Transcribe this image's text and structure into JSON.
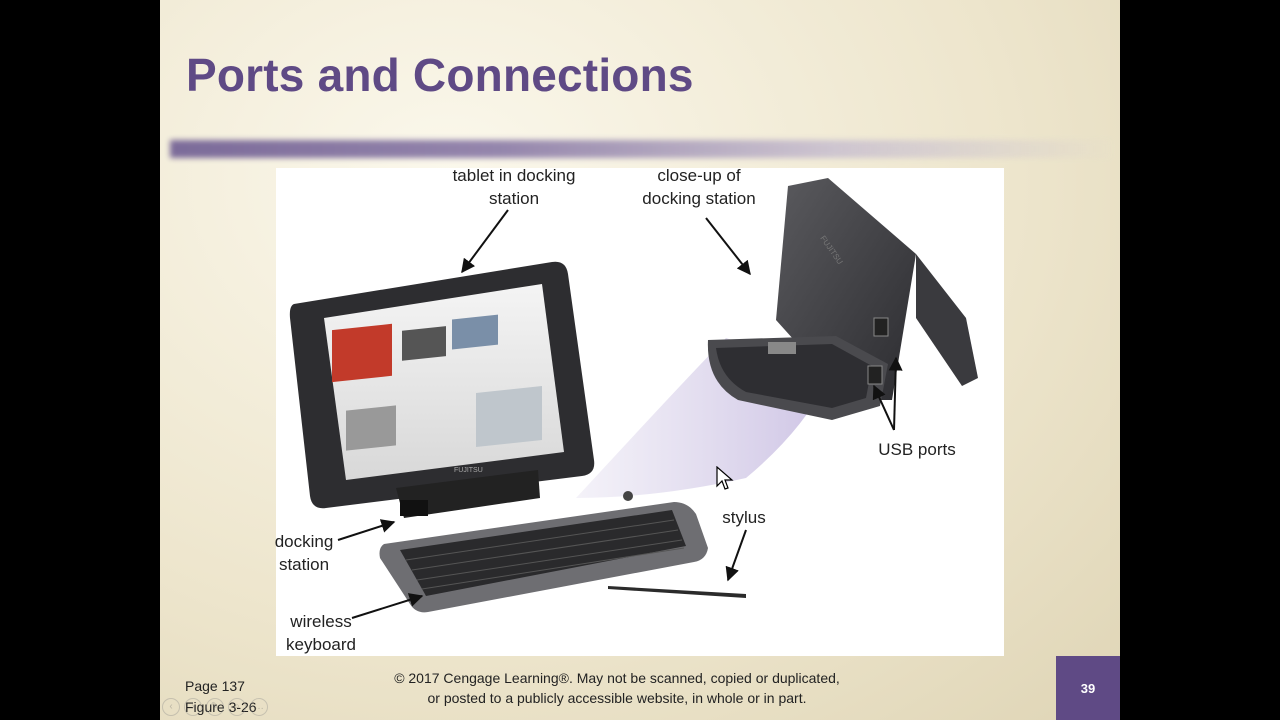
{
  "slide": {
    "title": "Ports and Connections",
    "page_ref": "Page 137",
    "figure_ref": "Figure 3-26",
    "copyright_line1": "© 2017 Cengage Learning®. May not be scanned, copied or duplicated,",
    "copyright_line2": "or posted to a publicly accessible website, in whole or in part.",
    "slide_number": "39"
  },
  "figure": {
    "callouts": {
      "tablet_dock": "tablet in docking\nstation",
      "closeup": "close-up of\ndocking station",
      "usb": "USB ports",
      "stylus": "stylus",
      "docking": "docking\nstation",
      "keyboard": "wireless\nkeyboard"
    },
    "brand_text": "FUJITSU"
  },
  "nav_controls": [
    "left-arrow-icon",
    "right-arrow-icon",
    "pen-icon",
    "zoom-icon",
    "more-icon"
  ],
  "colors": {
    "accent": "#5f4a85",
    "background": "#f2ecd6"
  }
}
